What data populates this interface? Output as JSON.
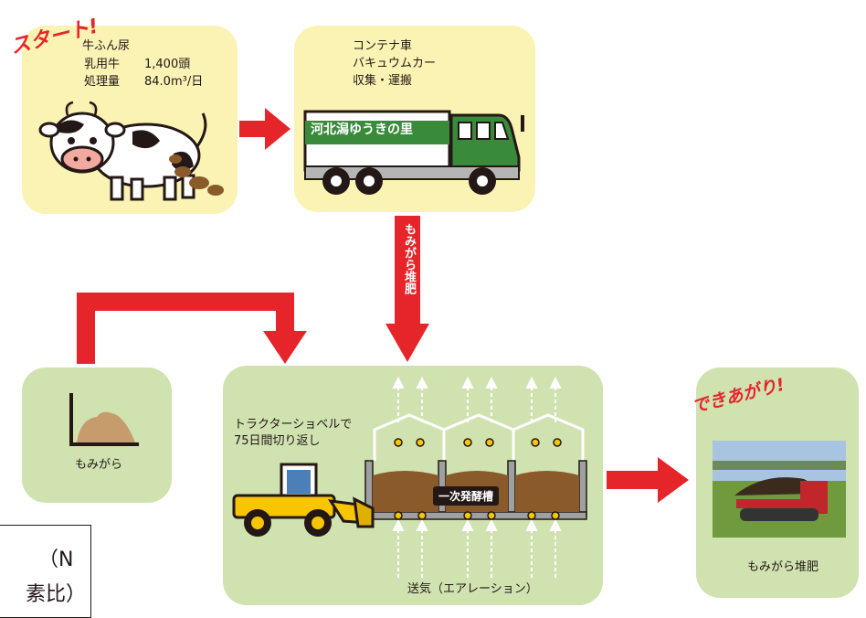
{
  "start_label": "スタート!",
  "finish_label": "できあがり!",
  "cow_box": {
    "title": "牛ふん尿",
    "line1_label": "乳用牛",
    "line1_value": "1,400頭",
    "line2_label": "処理量",
    "line2_value": "84.0m³/日"
  },
  "truck_box": {
    "line1": "コンテナ車",
    "line2": "バキュウムカー",
    "line3": "収集・運搬",
    "truck_side_text": "河北潟ゆうきの里"
  },
  "vertical_arrow_label": "もみがら堆肥",
  "husk_box": {
    "label": "もみがら"
  },
  "ferment_box": {
    "tractor_text_1": "トラクターショベルで",
    "tractor_text_2": "75日間切り返し",
    "tank_label": "一次発酵槽",
    "aeration_label": "送気（エアレーション）"
  },
  "final_box": {
    "label": "もみがら堆肥"
  },
  "partial_box": {
    "line1": "（N",
    "line2": "素比）"
  },
  "colors": {
    "arrow_red": "#e6252a",
    "yellow_box": "#faf3b4",
    "green_box": "#cfe2b0",
    "truck_green": "#3a8a3c"
  }
}
